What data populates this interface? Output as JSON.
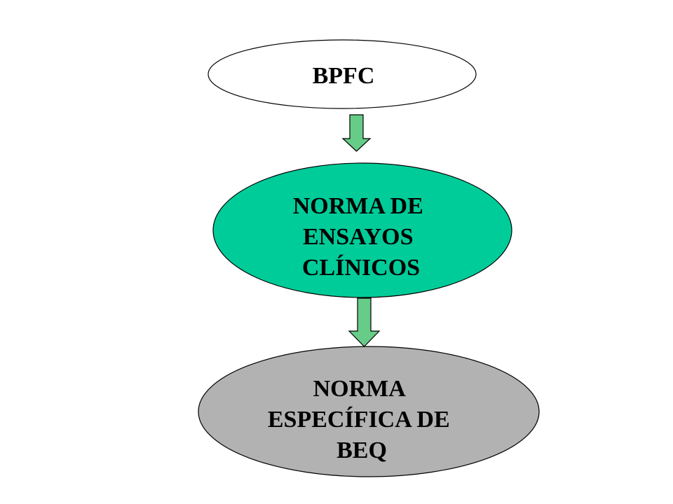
{
  "nodes": [
    {
      "id": "bpfc",
      "lines": [
        "BPFC"
      ],
      "fill": "#ffffff"
    },
    {
      "id": "norma-ensayos",
      "lines": [
        "NORMA DE",
        "ENSAYOS",
        "CLÍNICOS"
      ],
      "fill": "#00cc99"
    },
    {
      "id": "norma-beq",
      "lines": [
        "NORMA",
        "ESPECÍFICA DE",
        "BEQ"
      ],
      "fill": "#b2b2b2"
    }
  ],
  "arrows": {
    "fill": "#66cc88"
  },
  "stroke": "#000000"
}
